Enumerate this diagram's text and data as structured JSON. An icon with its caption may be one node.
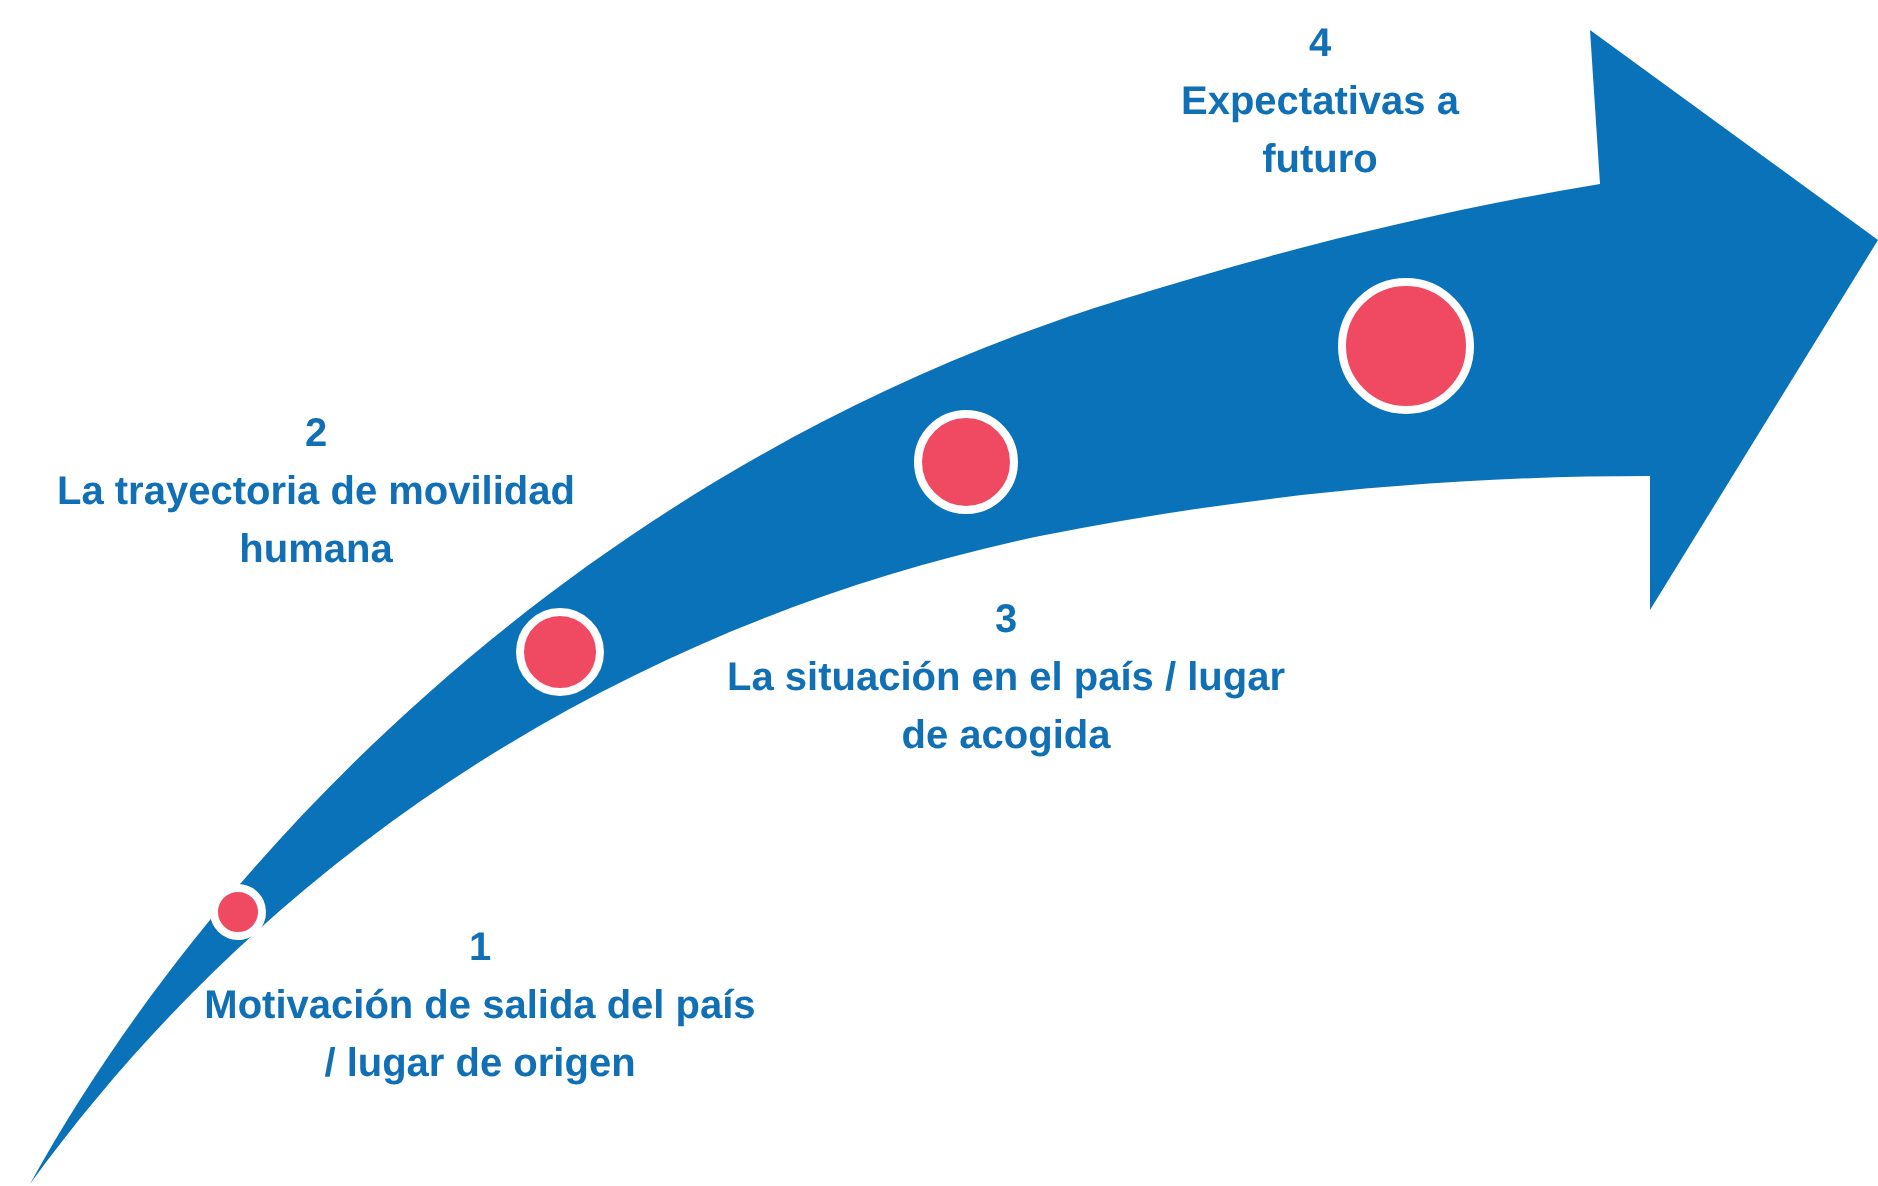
{
  "diagram": {
    "nodes": [
      {
        "text": [],
        "shape": "circle",
        "beside": [
          "1",
          "Motivación de salida del país / lugar de origen"
        ]
      },
      {
        "text": [],
        "shape": "circle",
        "beside": [
          "2",
          "La trayectoria de movilidad humana"
        ]
      },
      {
        "text": [],
        "shape": "circle",
        "beside": [
          "3",
          "La situación en el país / lugar de acogida"
        ]
      },
      {
        "text": [],
        "shape": "circle",
        "beside": [
          "4",
          "Expectativas a futuro"
        ]
      }
    ]
  }
}
